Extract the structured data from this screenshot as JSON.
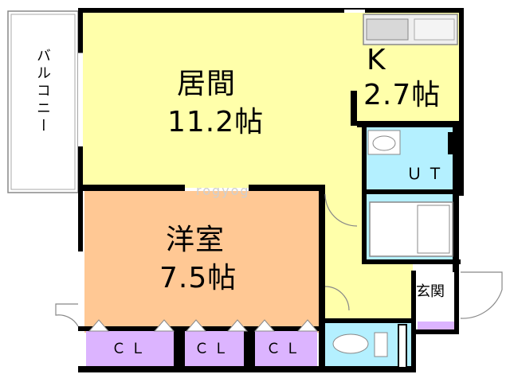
{
  "rooms": {
    "living": {
      "name": "居間",
      "size": "11.2帖"
    },
    "kitchen": {
      "name": "K",
      "size": "2.7帖"
    },
    "western": {
      "name": "洋室",
      "size": "7.5帖"
    },
    "utility": {
      "name": "ＵＴ"
    },
    "entrance": {
      "name": "玄関"
    },
    "balcony": {
      "name": "バルコニー"
    },
    "closets": [
      "ＣＬ",
      "ＣＬ",
      "ＣＬ"
    ]
  },
  "watermark": "rogyog",
  "colors": {
    "living": "#ffffaa",
    "western": "#ffc894",
    "utility": "#b4f0ff",
    "closet": "#dcb4ff",
    "hall": "#ffffaa",
    "wall": "#000000"
  }
}
